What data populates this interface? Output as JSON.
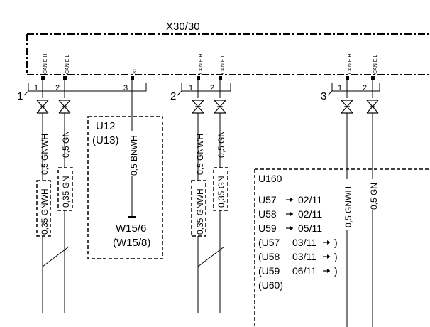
{
  "connector": {
    "name": "X30/30",
    "group_numbers": [
      "1",
      "2",
      "3"
    ],
    "pin_labels": {
      "can_h": "CAN E H",
      "can_l": "CAN E L",
      "pin_31": "31"
    },
    "pin_numbers": {
      "p1": "1",
      "p2": "2",
      "p3": "3"
    }
  },
  "wires": {
    "g1_left": "0,5 GNWH",
    "g1_right": "0,5 GN",
    "g1_left_alt": "0,35 GNWH",
    "g1_right_alt": "0,35 GN",
    "g1_ground": "0,5 BNWH",
    "g2_left": "0,5 GNWH",
    "g2_right": "0,5 GN",
    "g2_left_alt": "0,35 GNWH",
    "g2_right_alt": "0,35 GN",
    "g3_left": "0,5 GNWH",
    "g3_right": "0,5 GN"
  },
  "variant_box_1": {
    "line1": "U12",
    "line2": "(U13)",
    "ground1": "W15/6",
    "ground2": "(W15/8)"
  },
  "variant_box_2": {
    "title": "U160",
    "rows": [
      {
        "code": "U57",
        "date": "02/11"
      },
      {
        "code": "U58",
        "date": "02/11"
      },
      {
        "code": "U59",
        "date": "05/11"
      }
    ],
    "rows_paren": [
      {
        "code": "(U57",
        "date": "03/11",
        "close": ")"
      },
      {
        "code": "(U58",
        "date": "03/11",
        "close": ")"
      },
      {
        "code": "(U59",
        "date": "06/11",
        "close": ")"
      }
    ],
    "last": "(U60)"
  }
}
